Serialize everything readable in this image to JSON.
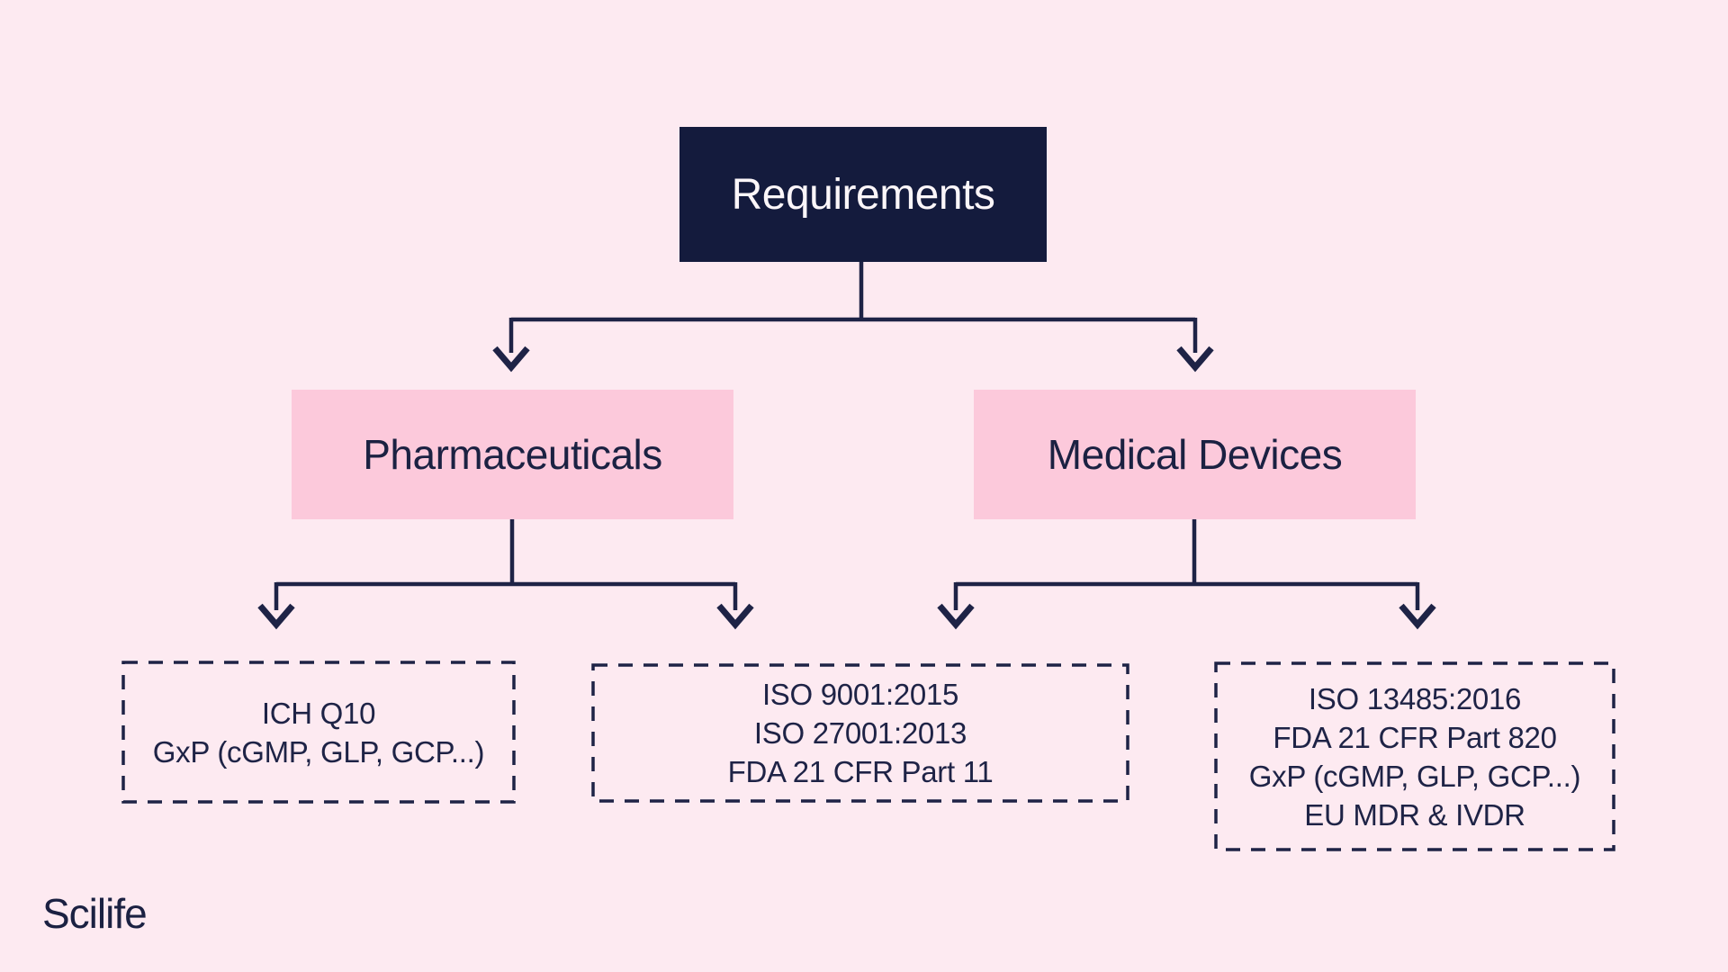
{
  "diagram": {
    "root": {
      "label": "Requirements"
    },
    "branches": [
      {
        "label": "Pharmaceuticals"
      },
      {
        "label": "Medical Devices"
      }
    ],
    "leaf_boxes": [
      {
        "lines": [
          "ICH Q10",
          "GxP (cGMP, GLP, GCP...)"
        ]
      },
      {
        "lines": [
          "ISO 9001:2015",
          "ISO 27001:2013",
          "FDA 21 CFR Part 11"
        ]
      },
      {
        "lines": [
          "ISO 13485:2016",
          "FDA 21 CFR Part 820",
          "GxP (cGMP, GLP, GCP...)",
          "EU MDR & IVDR"
        ]
      }
    ],
    "edges": [
      {
        "from": "Requirements",
        "to": "Pharmaceuticals"
      },
      {
        "from": "Requirements",
        "to": "Medical Devices"
      },
      {
        "from": "Pharmaceuticals",
        "to": "ICH Q10 / GxP box"
      },
      {
        "from": "Pharmaceuticals",
        "to": "ISO 9001 / ISO 27001 / FDA 21 CFR Part 11 box"
      },
      {
        "from": "Medical Devices",
        "to": "ISO 9001 / ISO 27001 / FDA 21 CFR Part 11 box"
      },
      {
        "from": "Medical Devices",
        "to": "ISO 13485 / FDA 820 / GxP / EU MDR & IVDR box"
      }
    ]
  },
  "branding": {
    "logo_text": "Scilife"
  },
  "colors": {
    "background": "#fdeaf1",
    "root_box_fill": "#141b3d",
    "root_box_text": "#fbf6f9",
    "branch_box_fill": "#fcc9db",
    "navy_text_lines": "#1e2346"
  }
}
